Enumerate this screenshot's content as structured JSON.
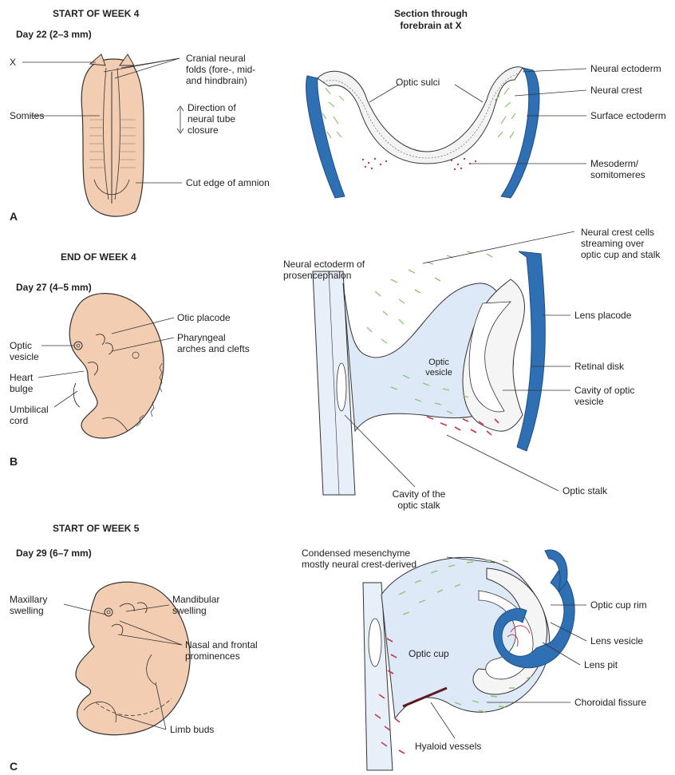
{
  "panels": {
    "a": {
      "letter": "A",
      "stage": "START OF WEEK 4",
      "day": "Day 22 (2–3 mm)",
      "section_title_1": "Section through",
      "section_title_2": "forebrain at X",
      "labels": {
        "x": "X",
        "cranial_1": "Cranial neural",
        "cranial_2": "folds (fore-, mid-",
        "cranial_3": "and hindbrain)",
        "direction_1": "Direction of",
        "direction_2": "neural tube",
        "direction_3": "closure",
        "somites": "Somites",
        "amnion": "Cut edge of amnion",
        "optic_sulci": "Optic sulci",
        "neural_ectoderm": "Neural ectoderm",
        "neural_crest": "Neural crest",
        "surface_ectoderm": "Surface ectoderm",
        "mesoderm_1": "Mesoderm/",
        "mesoderm_2": "somitomeres"
      }
    },
    "b": {
      "letter": "B",
      "stage": "END OF WEEK 4",
      "day": "Day 27 (4–5 mm)",
      "labels": {
        "otic_placode": "Otic placode",
        "pharyngeal_1": "Pharyngeal",
        "pharyngeal_2": "arches and clefts",
        "optic_vesicle_1": "Optic",
        "optic_vesicle_2": "vesicle",
        "heart_1": "Heart",
        "heart_2": "bulge",
        "umbilical_1": "Umbilical",
        "umbilical_2": "cord",
        "neural_ecto_pros_1": "Neural ectoderm of",
        "neural_ecto_pros_2": "prosencephalon",
        "crest_stream_1": "Neural crest cells",
        "crest_stream_2": "streaming over",
        "crest_stream_3": "optic cup and stalk",
        "lens_placode": "Lens placode",
        "retinal_disk": "Retinal disk",
        "cavity_vesicle_1": "Cavity of optic",
        "cavity_vesicle_2": "vesicle",
        "inner_optic_1": "Optic",
        "inner_optic_2": "vesicle",
        "optic_stalk": "Optic stalk",
        "cavity_stalk_1": "Cavity of the",
        "cavity_stalk_2": "optic stalk"
      }
    },
    "c": {
      "letter": "C",
      "stage": "START OF WEEK 5",
      "day": "Day 29 (6–7 mm)",
      "labels": {
        "maxillary_1": "Maxillary",
        "maxillary_2": "swelling",
        "mandibular_1": "Mandibular",
        "mandibular_2": "swelling",
        "nasal_1": "Nasal and frontal",
        "nasal_2": "prominences",
        "limb_buds": "Limb buds",
        "condensed_1": "Condensed mesenchyme",
        "condensed_2": "mostly neural crest-derived",
        "optic_cup_rim": "Optic cup rim",
        "lens_vesicle": "Lens vesicle",
        "lens_pit": "Lens pit",
        "optic_cup": "Optic cup",
        "choroidal_fissure": "Choroidal fissure",
        "hyaloid_vessels": "Hyaloid vessels"
      }
    }
  },
  "colors": {
    "skin": "#f2cdb2",
    "ectoderm_blue": "#2f6fb3",
    "vesicle_fill": "#dde9f6",
    "crest_green": "#8cc66e",
    "mesoderm_red": "#c8384a",
    "line": "#333333"
  }
}
